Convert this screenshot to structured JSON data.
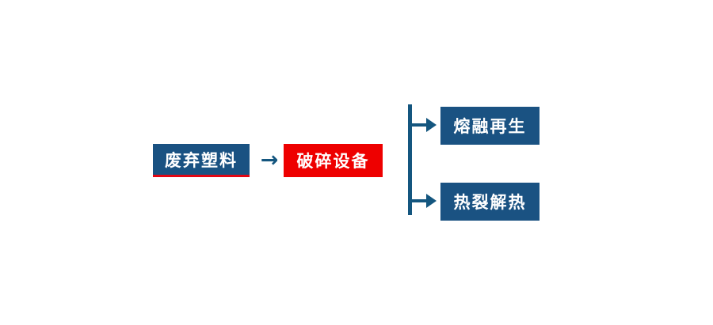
{
  "diagram": {
    "title": "",
    "type": "process-flow",
    "colors": {
      "box_blue": "#1a5282",
      "box_red": "#ee0000",
      "accent_underline": "#e30613",
      "connector": "#14567f",
      "text": "#ffffff",
      "background": "#ffffff"
    },
    "nodes": [
      {
        "id": "waste",
        "label": "废弃塑料",
        "fill": "#1a5282",
        "underline": "#e30613",
        "role": "input"
      },
      {
        "id": "crusher",
        "label": "破碎设备",
        "fill": "#ee0000",
        "underline": "",
        "role": "process"
      },
      {
        "id": "melt",
        "label": "熔融再生",
        "fill": "#1a5282",
        "underline": "",
        "role": "output"
      },
      {
        "id": "pyrolysis",
        "label": "热裂解热",
        "fill": "#1a5282",
        "underline": "",
        "role": "output"
      }
    ],
    "connectors": {
      "main_arrow_glyph": "→",
      "branch_arrow_glyph": "→",
      "branch_count": 2
    },
    "edges": [
      {
        "from": "waste",
        "to": "crusher",
        "style": "arrow"
      },
      {
        "from": "crusher",
        "to": "melt",
        "style": "branch-arrow"
      },
      {
        "from": "crusher",
        "to": "pyrolysis",
        "style": "branch-arrow"
      }
    ]
  }
}
